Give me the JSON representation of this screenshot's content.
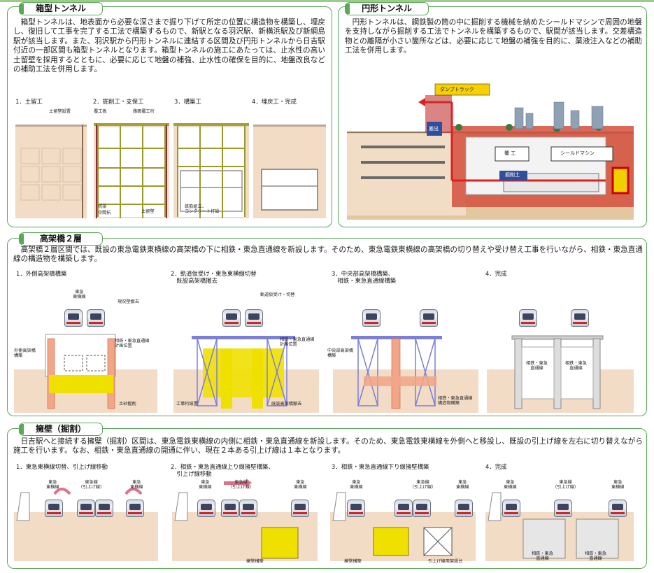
{
  "box_tunnel": {
    "title": "箱型トンネル",
    "body": "　箱型トンネルは、地表面から必要な深さまで掘り下げて所定の位置に構造物を構築し、埋戻し、復旧して工事を完了する工法で構築するもので、新駅となる羽沢駅、新横浜駅及び新綱島駅が該当します。また、羽沢駅から円形トンネルに連結する区間及び円形トンネルから日吉駅付近の一部区間も箱型トンネルとなります。箱型トンネルの施工にあたっては、止水性の高い土留壁を採用するとともに、必要に応じて地盤の補強、止水性の確保を目的に、地盤改良などの補助工法を併用します。",
    "steps": [
      "1．土留工",
      "2．掘削工・支保工",
      "3．構築工",
      "4．埋戻工・完成"
    ],
    "labels": {
      "retaining_install": "土留壁設置",
      "deck_plate": "覆工板",
      "road_girder": "路面覆工桁",
      "strut": "切梁",
      "mid_pile": "中間杭",
      "retaining_wall": "土留壁",
      "rebar_concrete": "鉄筋組立、\nコンクリート打設"
    }
  },
  "shield_tunnel": {
    "title": "円形トンネル",
    "body": "　円形トンネルは、鋼鉄製の筒の中に掘削する機械を納めたシールドマシンで周囲の地盤を支持しながら掘削する工法でトンネルを構築するもので、駅間が該当します。交差構造物との離隔が小さい箇所などは、必要に応じて地盤の補強を目的に、薬液注入などの補助工法を併用します。",
    "labels": {
      "dump_truck": "ダンプトラック",
      "carry_out": "搬出",
      "lining": "覆 工",
      "shield_machine": "シールドマシン",
      "excavated_soil": "掘削土"
    }
  },
  "viaduct": {
    "title": "高架橋２層",
    "body": "　高架橋２層区間では、既設の東急電鉄東横線の高架橋の下に相鉄・東急直通線を新設します。そのため、東急電鉄東横線の高架橋の切り替えや受け替え工事を行いながら、相鉄・東急直通線の構造物を構築します。",
    "steps": [
      "1．外側高架橋構築",
      "2．軌道仮受け・東急東横線切替\n　既設高架橋撤去",
      "3．中央部高架橋構築、\n　相鉄・東急直通線構築",
      "4．完成"
    ],
    "labels": {
      "toyoko_line": "東急\n東横線",
      "parapet_removal": "現況壁撤去",
      "planned_position": "相鉄・東急直通線\n計画位置",
      "outer_viaduct": "外側高架橋\n構築",
      "excavation": "土砂掘削",
      "temp_support": "軌道仮受け・切替",
      "girder_install": "工事桁設置",
      "old_viaduct_removal": "既設高架橋撤去",
      "central_viaduct": "中央部高架橋\n構築",
      "direct_line_structure": "相鉄・東急直通線\n構造物構築",
      "direct_line": "相鉄・東急\n直通線"
    }
  },
  "retaining_wall": {
    "title": "擁壁（掘割）",
    "body": "　日吉駅へと接続する擁壁（掘割）区間は、東急電鉄東横線の内側に相鉄・東急直通線を新設します。そのため、東急電鉄東横線を外側へと移設し、既設の引上げ線を左右に切り替えながら施工を行います。なお、相鉄・東急直通線の開通に伴い、現在２本ある引上げ線は１本となります。",
    "steps": [
      "1．東急東横線切替、引上げ線移動",
      "2．相鉄・東急直通線上り線擁壁構築、\n　引上げ線移動",
      "3．相鉄・東急直通線下り線擁壁構築",
      "4．完成"
    ],
    "labels": {
      "toyoko_line": "東急\n東横線",
      "pull_line": "東急線\n（引上げ線）",
      "wall_build": "擁壁構築",
      "pull_line_base": "引上げ線用架設台",
      "direct_line": "相鉄・東急\n直通線"
    }
  },
  "colors": {
    "frame_green": "#5aa858",
    "soil": "#f2dcc6",
    "excavation_yellow": "#f0e000",
    "new_structure_salmon": "#f2a587",
    "support_blue": "#7b7fd8",
    "shield_red": "#e02020",
    "olive_strut": "#9a9a2a"
  }
}
